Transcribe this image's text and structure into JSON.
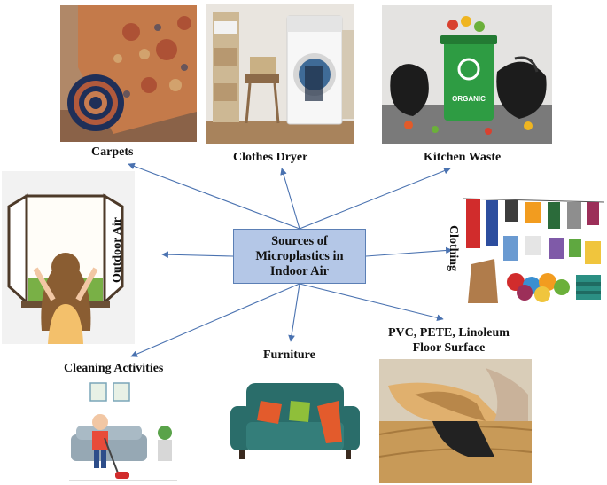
{
  "center": {
    "line1": "Sources of",
    "line2": "Microplastics in",
    "line3": "Indoor Air"
  },
  "sources": {
    "carpets": "Carpets",
    "clothes_dryer": "Clothes Dryer",
    "kitchen_waste": "Kitchen Waste",
    "outdoor_air": "Outdoor Air",
    "clothing": "Clothing",
    "cleaning": "Cleaning Activities",
    "furniture": "Furniture",
    "floor_line1": "PVC, PETE, Linoleum",
    "floor_line2": "Floor Surface"
  },
  "bin_text": "ORGANIC",
  "colors": {
    "arrow": "#4a72b0",
    "box_fill": "#b4c7e7",
    "box_border": "#5b7fb5"
  }
}
